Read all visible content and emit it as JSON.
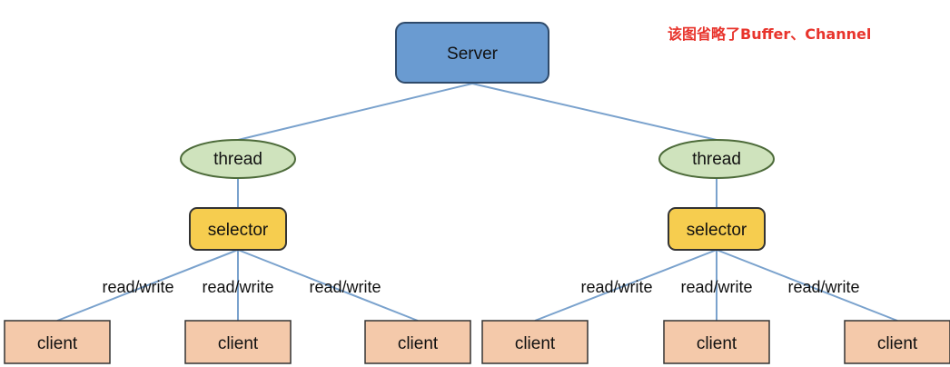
{
  "note": {
    "text": "该图省略了Buffer、Channel",
    "color": "#e8342c"
  },
  "server": {
    "label": "Server",
    "fill": "#6a9bd1",
    "stroke": "#2f4a6a"
  },
  "thread_style": {
    "fill": "#cfe3bd",
    "stroke": "#4d6b3a"
  },
  "selector_style": {
    "fill": "#f6cd4f",
    "stroke": "#333333"
  },
  "client_style": {
    "fill": "#f4c9aa",
    "stroke": "#333333"
  },
  "edge_color": "#7aa2cd",
  "groups": [
    {
      "thread": "thread",
      "selector": "selector",
      "edge_labels": [
        "read/write",
        "read/write",
        "read/write"
      ],
      "clients": [
        "client",
        "client",
        "client"
      ]
    },
    {
      "thread": "thread",
      "selector": "selector",
      "edge_labels": [
        "read/write",
        "read/write",
        "read/write"
      ],
      "clients": [
        "client",
        "client",
        "client"
      ]
    }
  ]
}
